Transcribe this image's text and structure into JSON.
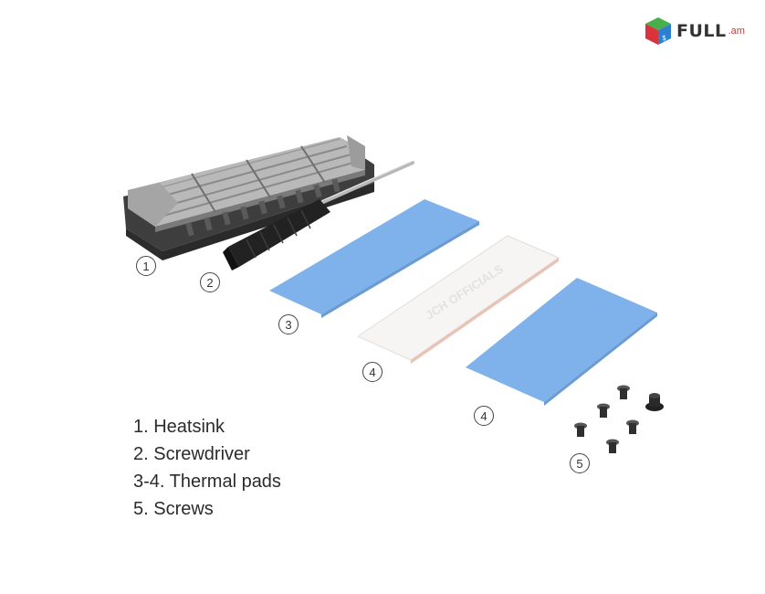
{
  "logo": {
    "brand": "FULL",
    "suffix": ".am"
  },
  "callouts": {
    "c1": "1",
    "c2": "2",
    "c3": "3",
    "c4a": "4",
    "c4b": "4",
    "c5": "5"
  },
  "legend": [
    "1. Heatsink",
    "2. Screwdriver",
    "3-4. Thermal pads",
    "5. Screws"
  ],
  "watermark": "JCH OFFICIALS",
  "colors": {
    "pad_blue": "#7fb2ea",
    "pad_white": "#f6f5f3",
    "heatsink_light": "#b9b9b9",
    "heatsink_dark": "#3e3e3e",
    "logo_green": "#48b04a",
    "logo_red": "#d9343a"
  }
}
